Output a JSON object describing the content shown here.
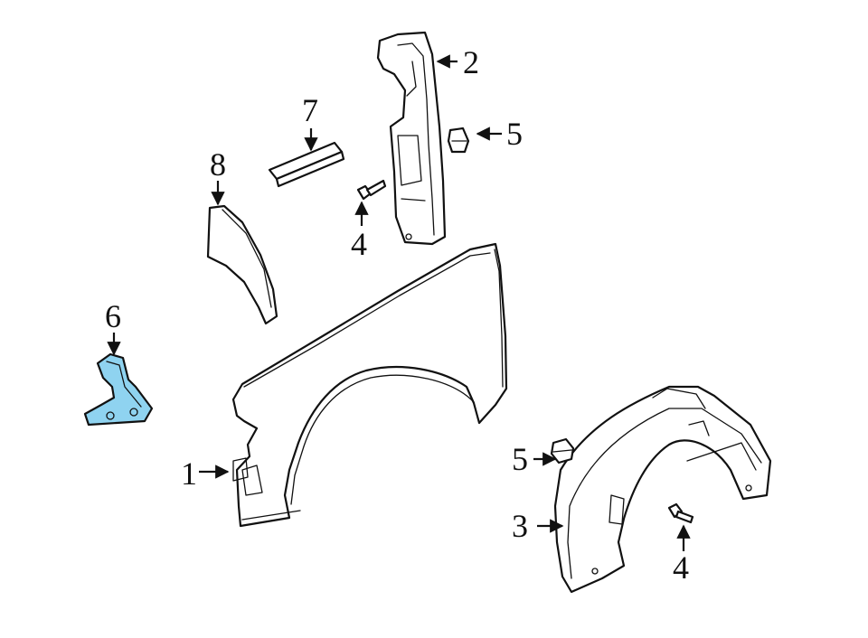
{
  "diagram": {
    "highlight_color": "#8fd3f0",
    "line_color": "#111111",
    "background": "#ffffff",
    "callouts": [
      {
        "id": "c1",
        "label": "1"
      },
      {
        "id": "c2",
        "label": "2"
      },
      {
        "id": "c3",
        "label": "3"
      },
      {
        "id": "c4a",
        "label": "4"
      },
      {
        "id": "c4b",
        "label": "4"
      },
      {
        "id": "c5a",
        "label": "5"
      },
      {
        "id": "c5b",
        "label": "5"
      },
      {
        "id": "c6",
        "label": "6"
      },
      {
        "id": "c7",
        "label": "7"
      },
      {
        "id": "c8",
        "label": "8"
      }
    ],
    "parts": [
      {
        "callout": "1",
        "part": "fender"
      },
      {
        "callout": "2",
        "part": "fender-panel-shield"
      },
      {
        "callout": "3",
        "part": "wheel-well-liner"
      },
      {
        "callout": "4",
        "part": "bolt"
      },
      {
        "callout": "5",
        "part": "retainer-clip"
      },
      {
        "callout": "6",
        "part": "fender-bracket",
        "highlighted": true
      },
      {
        "callout": "7",
        "part": "seal-strip"
      },
      {
        "callout": "8",
        "part": "fender-trim-piece"
      }
    ]
  }
}
